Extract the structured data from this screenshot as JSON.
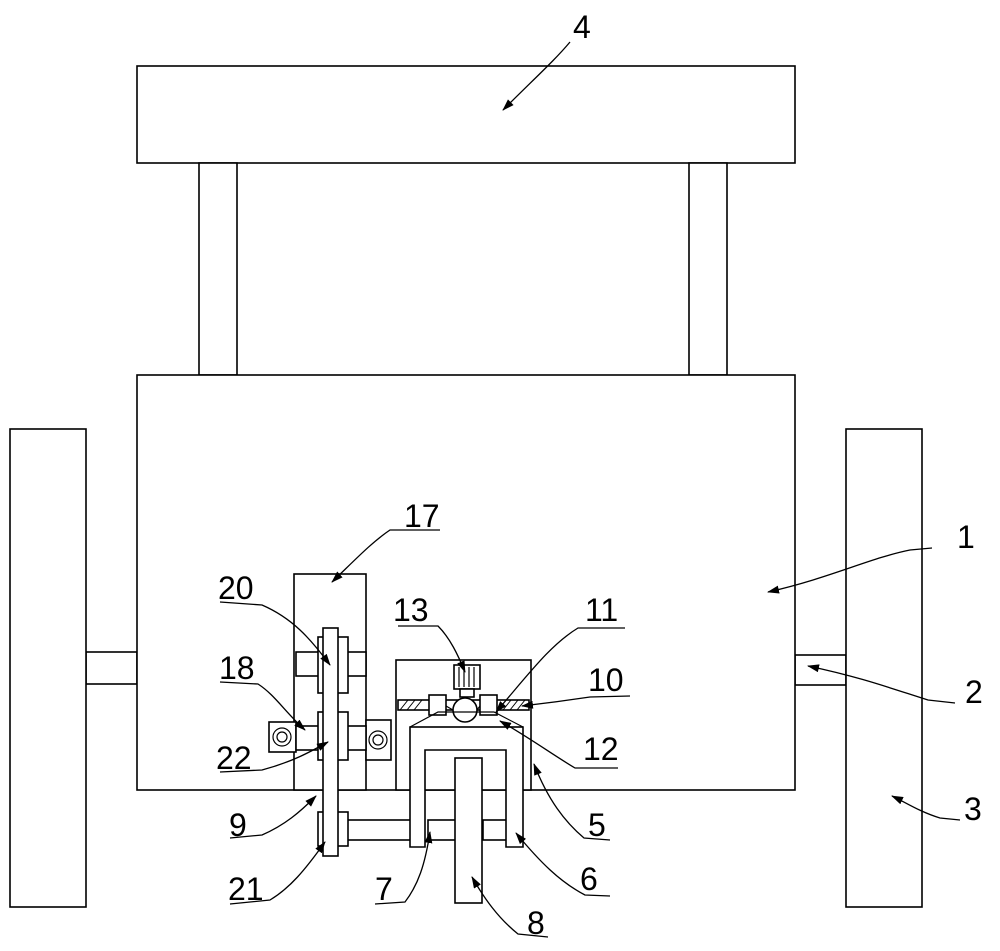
{
  "labels": {
    "l1": "1",
    "l2": "2",
    "l3": "3",
    "l4": "4",
    "l5": "5",
    "l6": "6",
    "l7": "7",
    "l8": "8",
    "l9": "9",
    "l10": "10",
    "l11": "11",
    "l12": "12",
    "l13": "13",
    "l17": "17",
    "l18": "18",
    "l20": "20",
    "l21": "21",
    "l22": "22"
  }
}
